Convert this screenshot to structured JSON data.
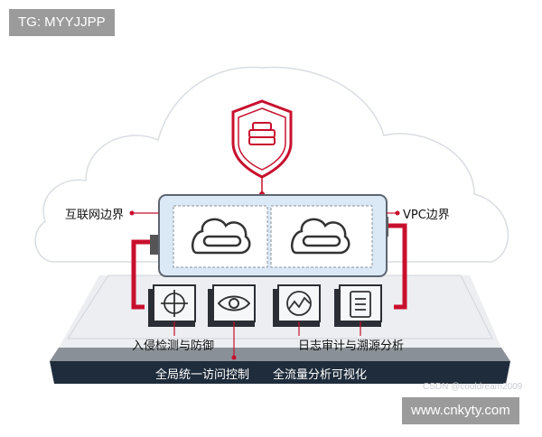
{
  "header_tag": "TG: MYYJJPP",
  "footer_site": "www.cnkyty.com",
  "watermark": "CSDN @cooldream2009",
  "labels": {
    "internet_boundary": "互联网边界",
    "vpc_boundary": "VPC边界",
    "intrusion_detection": "入侵检测与防御",
    "log_audit": "日志审计与溯源分析",
    "access_control": "全局统一访问控制",
    "traffic_visual": "全流量分析可视化"
  },
  "colors": {
    "accent_red": "#c8102e",
    "panel_blue": "#dbe9f7",
    "dark_band": "#1f2c3b",
    "cloud_stroke": "#d9dde3"
  },
  "icons": [
    "shield-firewall-icon",
    "cloud-gateway-icon",
    "target-crosshair-icon",
    "eye-icon",
    "traffic-chart-icon",
    "document-list-icon"
  ]
}
